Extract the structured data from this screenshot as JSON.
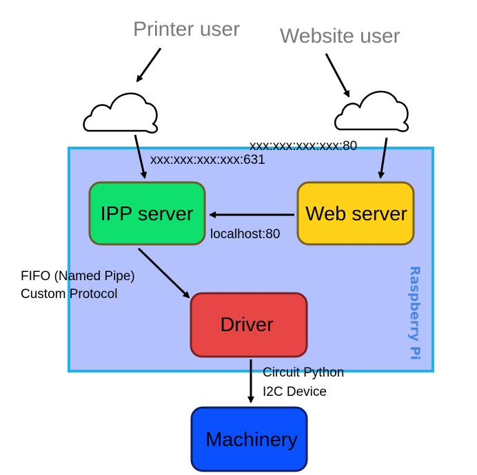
{
  "actors": {
    "printer_user": "Printer user",
    "website_user": "Website user"
  },
  "container": {
    "label": "Raspberry Pi",
    "fill": "#b3c2fc",
    "border": "#1fb2ef"
  },
  "nodes": {
    "ipp_server": {
      "label": "IPP server",
      "fill": "#0fdf6d",
      "border": "#6c5b2a"
    },
    "web_server": {
      "label": "Web server",
      "fill": "#fcd117",
      "border": "#7a5f22"
    },
    "driver": {
      "label": "Driver",
      "fill": "#e84545",
      "border": "#7a1f22"
    },
    "machinery": {
      "label": "Machinery",
      "fill": "#0a50ff",
      "border": "#0a1f66"
    }
  },
  "edges": {
    "printer_to_ipp": "xxx:xxx:xxx:xxx:631",
    "web_to_webserver": "xxx:xxx:xxx:xxx:80",
    "web_to_ipp": "localhost:80",
    "ipp_to_driver_line1": "FIFO (Named Pipe)",
    "ipp_to_driver_line2": "Custom Protocol",
    "driver_to_machinery_line1": "Circuit Python",
    "driver_to_machinery_line2": "I2C Device"
  }
}
